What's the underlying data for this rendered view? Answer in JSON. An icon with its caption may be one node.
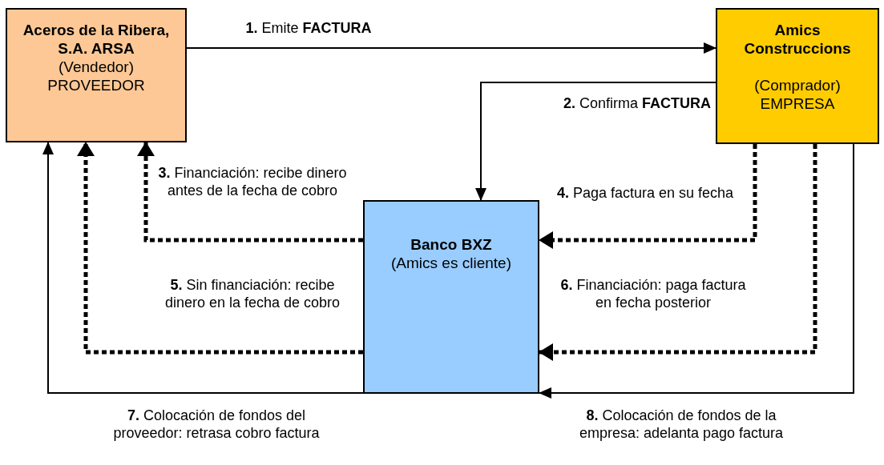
{
  "diagram": {
    "nodes": [
      {
        "text": [
          "Aceros de la Ribera, S.A. ARSA",
          "(Vendedor) PROVEEDOR"
        ]
      },
      {
        "text": [
          "Amics Construccions",
          "(Comprador) EMPRESA"
        ]
      },
      {
        "text": [
          "Banco BXZ",
          "(Amics es cliente)"
        ]
      }
    ],
    "edges": [
      {
        "from": 0,
        "to": 1,
        "arrow": "to",
        "label": "**1.** Emite **FACTURA**"
      },
      {
        "from": 1,
        "to": 2,
        "arrow": "to",
        "label": "**2.** Confirma **FACTURA**"
      },
      {
        "from": 2,
        "to": 0,
        "arrow": "to",
        "style": "dashed",
        "label": "**3.** Financiación: recibe dinero antes de la fecha de cobro"
      },
      {
        "from": 1,
        "to": 2,
        "arrow": "to",
        "style": "dashed",
        "label": "**4.** Paga factura en su fecha"
      },
      {
        "from": 2,
        "to": 0,
        "arrow": "to",
        "style": "dashed",
        "label": "**5.** Sin financiación: recibe dinero en la fecha de cobro"
      },
      {
        "from": 1,
        "to": 2,
        "arrow": "to",
        "style": "dashed",
        "label": "**6.** Financiación: paga factura en fecha posterior"
      },
      {
        "from": 2,
        "to": 0,
        "arrow": "to",
        "label": "**7.** Colocación de fondos del proveedor: retrasa cobro factura"
      },
      {
        "from": 1,
        "to": 2,
        "arrow": "to",
        "label": "**8.** Colocación de fondos de la empresa: adelanta pago factura"
      }
    ]
  }
}
